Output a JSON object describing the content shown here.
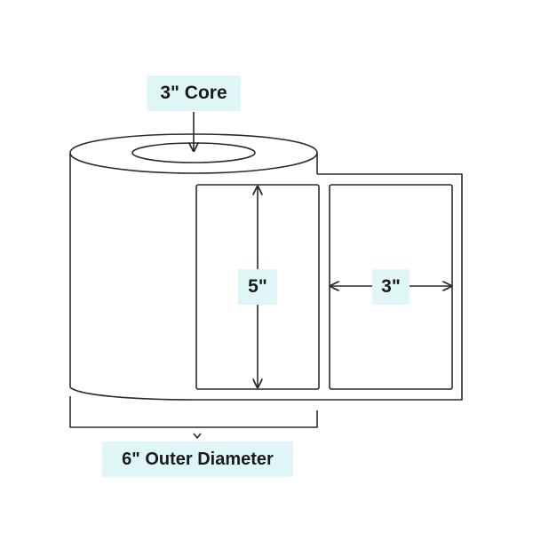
{
  "labels": {
    "core": "3\" Core",
    "label_height": "5\"",
    "label_width": "3\"",
    "outer_diameter": "6\" Outer Diameter"
  },
  "colors": {
    "line": "#2b2b2b",
    "label_background": "#e0f6f6",
    "text": "#1a1a1a"
  }
}
